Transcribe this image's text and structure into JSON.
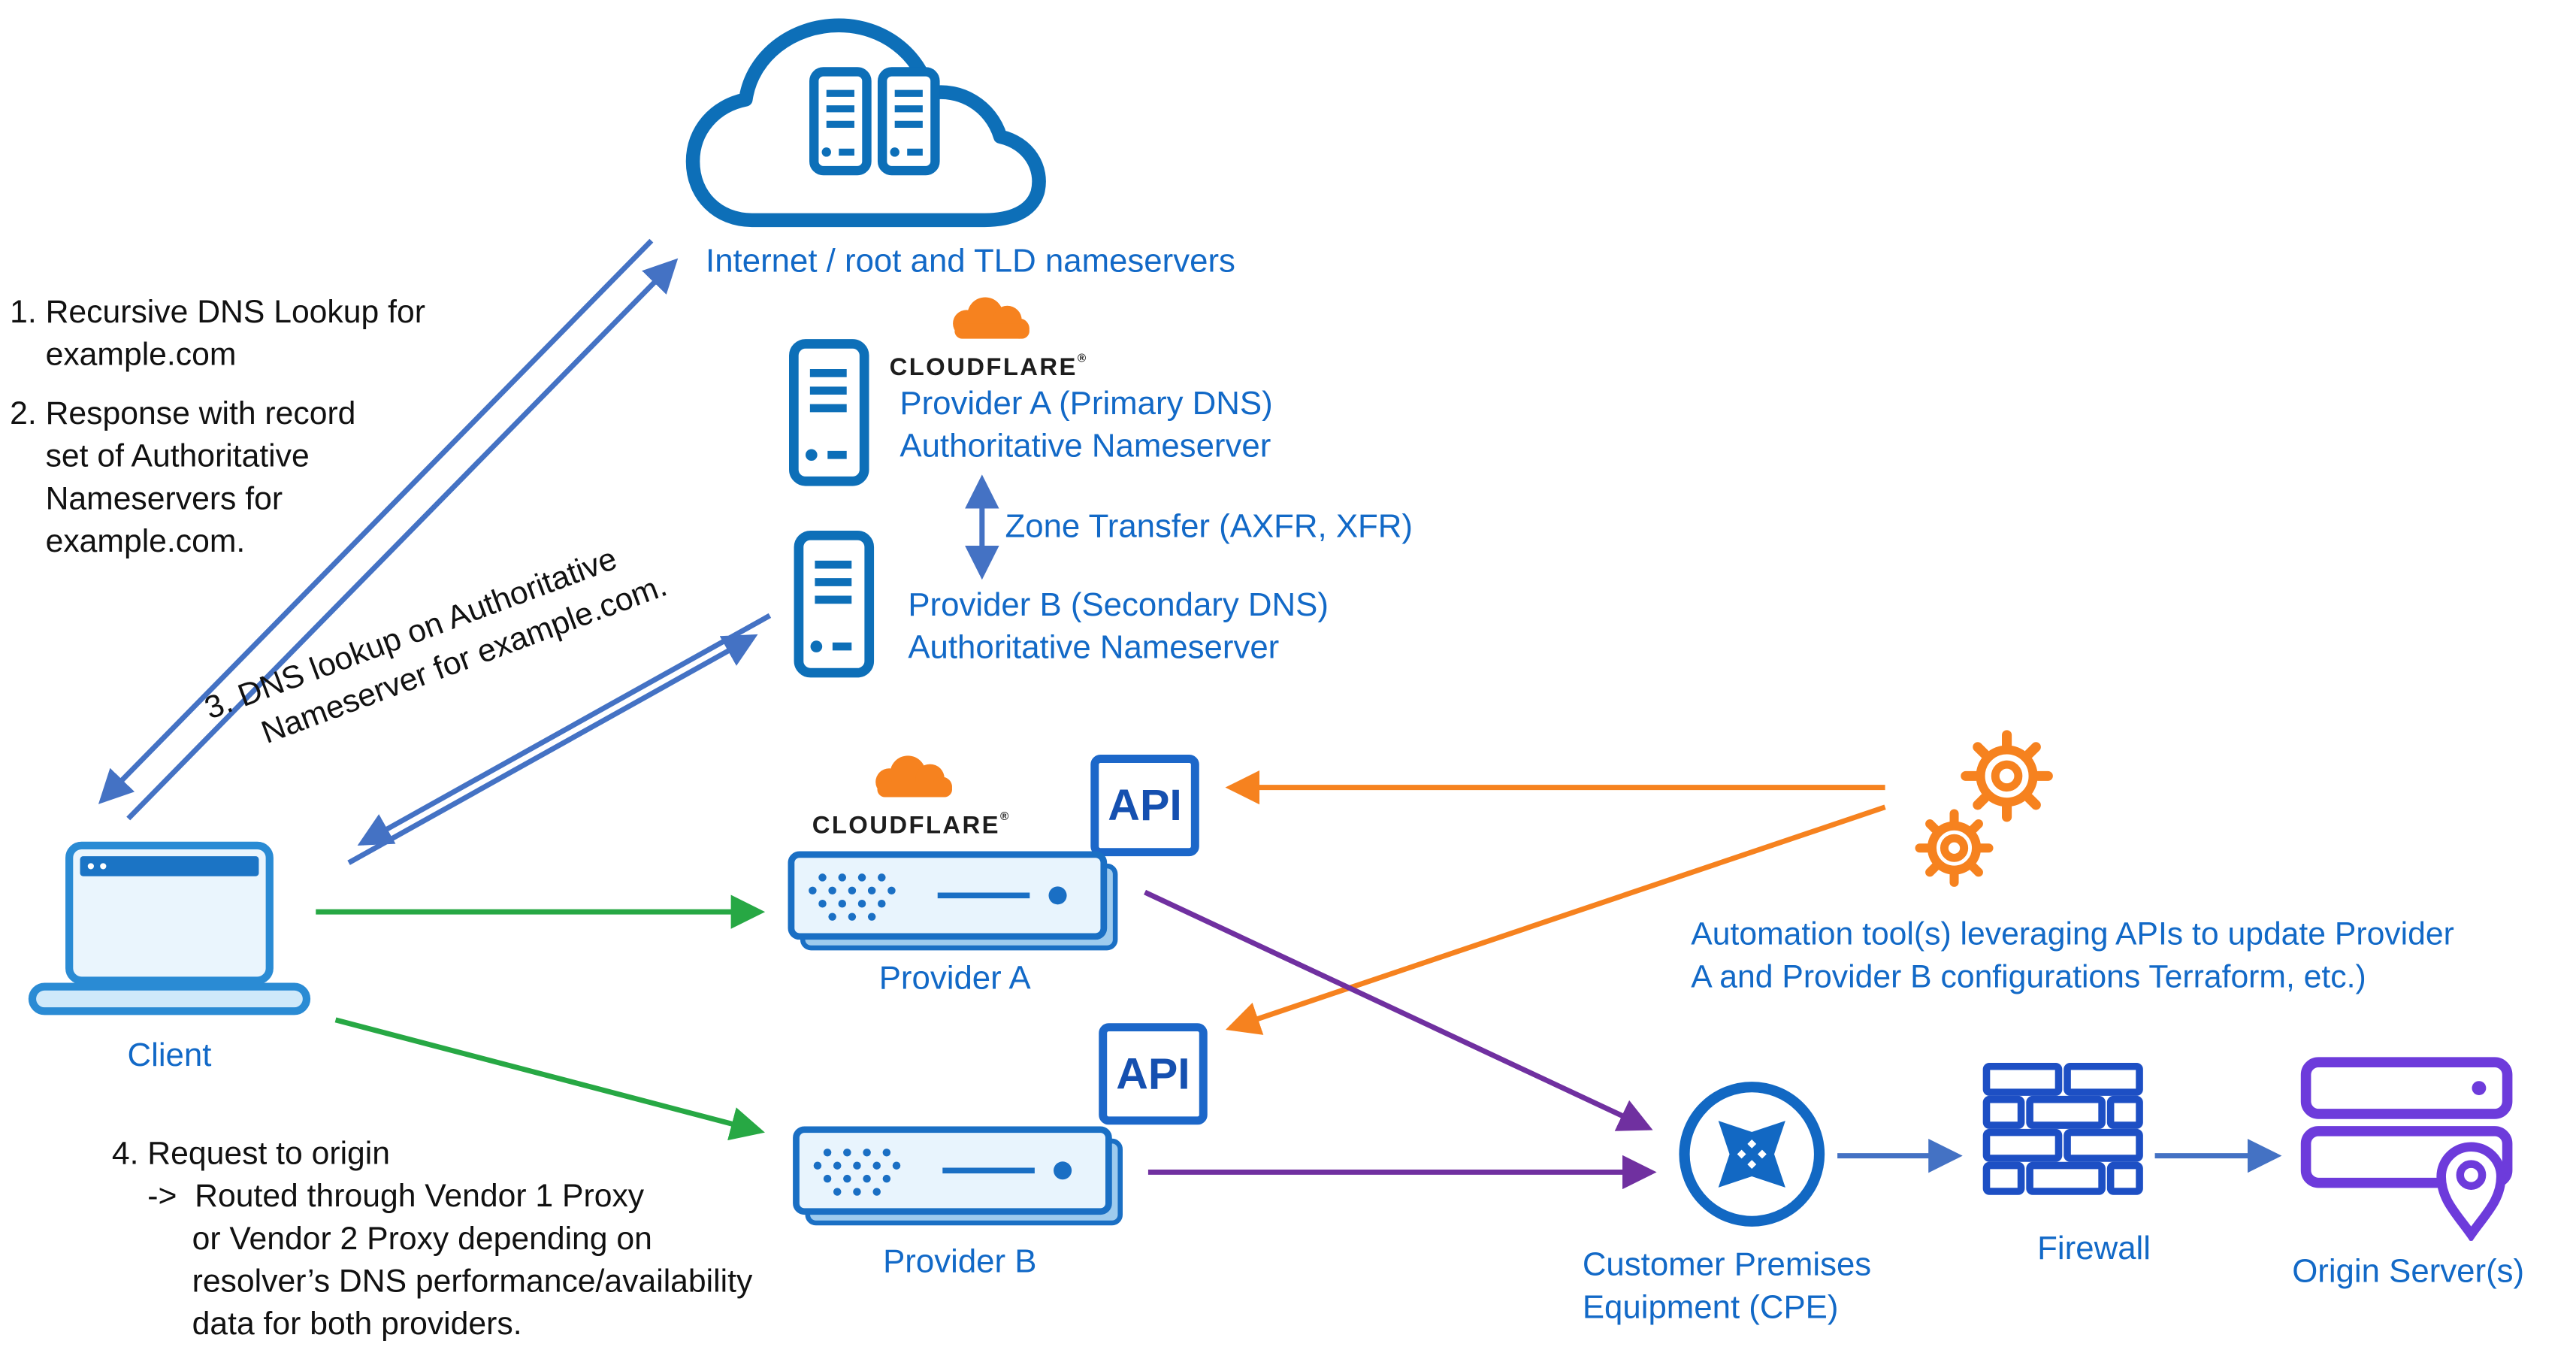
{
  "colors": {
    "icon_blue": "#0d6fb8",
    "label_blue": "#1269c7",
    "arrow_blue": "#4472c4",
    "arrow_green": "#27a844",
    "arrow_orange": "#f6821f",
    "arrow_purple": "#7030a0",
    "origin_purple": "#6d3bdb",
    "text_black": "#111111"
  },
  "internet": {
    "label": "Internet / root and TLD nameservers"
  },
  "steps": {
    "step1": "1. Recursive DNS Lookup for\n    example.com",
    "step2": "2. Response with record\n    set of Authoritative\n    Nameservers for\n    example.com.",
    "step3": "3. DNS lookup on Authoritative\n     Nameserver for example.com.",
    "step4": "4. Request to origin\n    ->  Routed through Vendor 1 Proxy\n         or Vendor 2 Proxy depending on\n         resolver’s DNS performance/availability\n         data for both providers."
  },
  "cloudflare": {
    "wordmark": "CLOUDFLARE",
    "mark": "®"
  },
  "nameservers": {
    "provider_a_line1": "Provider A  (Primary DNS)",
    "provider_a_line2": "Authoritative Nameserver",
    "zone_transfer": "Zone Transfer (AXFR, XFR)",
    "provider_b_line1": "Provider B  (Secondary DNS)",
    "provider_b_line2": "Authoritative Nameserver"
  },
  "client": {
    "label": "Client"
  },
  "proxies": {
    "provider_a_label": "Provider A",
    "provider_b_label": "Provider B",
    "api_label": "API"
  },
  "automation": {
    "line1": "Automation tool(s)  leveraging APIs to update Provider",
    "line2": "A and Provider B configurations Terraform, etc.)"
  },
  "network": {
    "cpe_line1": "Customer Premises",
    "cpe_line2": "Equipment (CPE)",
    "firewall_label": "Firewall",
    "origin_label": "Origin Server(s)"
  }
}
